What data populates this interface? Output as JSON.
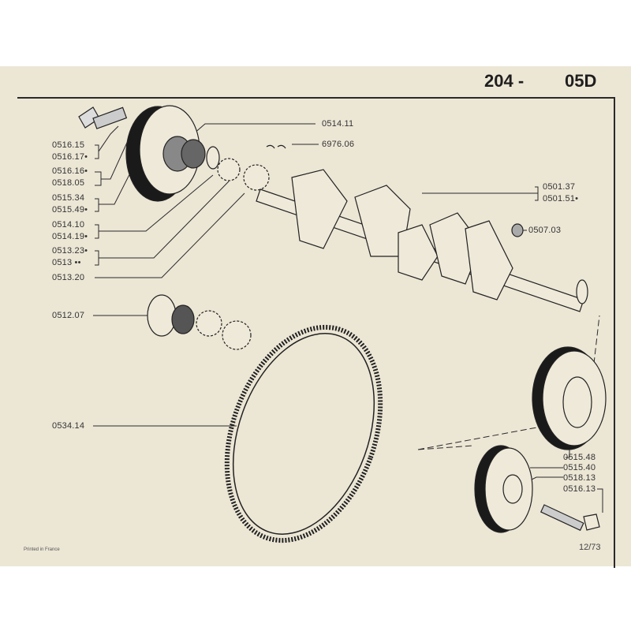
{
  "header": {
    "model": "204 -",
    "section": "05D"
  },
  "labels": {
    "l0514_11": "0514.11",
    "l6976_06": "6976.06",
    "l0516_15": "0516.15",
    "l0516_17": "0516.17•",
    "l0516_16": "0516.16•",
    "l0518_05": "0518.05",
    "l0515_34": "0515.34",
    "l0515_49": "0515.49•",
    "l0514_10": "0514.10",
    "l0514_19": "0514.19•",
    "l0513_23": "0513.23•",
    "l0513": "0513 ••",
    "l0513_20": "0513.20",
    "l0501_37": "0501.37",
    "l0501_51": "0501.51•",
    "l0507_03": "0507.03",
    "l0512_07": "0512.07",
    "l0534_14": "0534.14",
    "l0515_48": "0515.48",
    "l0515_40": "0515.40",
    "l0518_13": "0518.13",
    "l0516_13": "0516.13"
  },
  "footer": {
    "printed": "Printed in France",
    "page": "12/73"
  }
}
